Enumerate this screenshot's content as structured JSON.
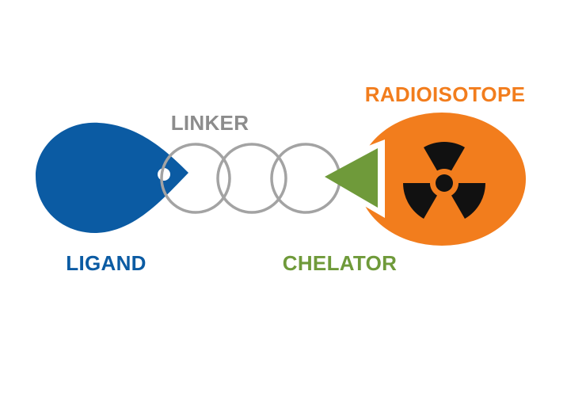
{
  "labels": {
    "radioisotope": "RADIOISOTOPE",
    "linker": "LINKER",
    "ligand": "LIGAND",
    "chelator": "CHELATOR"
  },
  "colors": {
    "ligand": "#0b5ba3",
    "linker": "#a3a3a3",
    "linker_text": "#8c8c8c",
    "chelator": "#6f9a3a",
    "radioisotope": "#f27d1d",
    "radiation_symbol": "#111111",
    "background": "#ffffff"
  },
  "icons": {
    "radiation": "radiation-icon"
  }
}
